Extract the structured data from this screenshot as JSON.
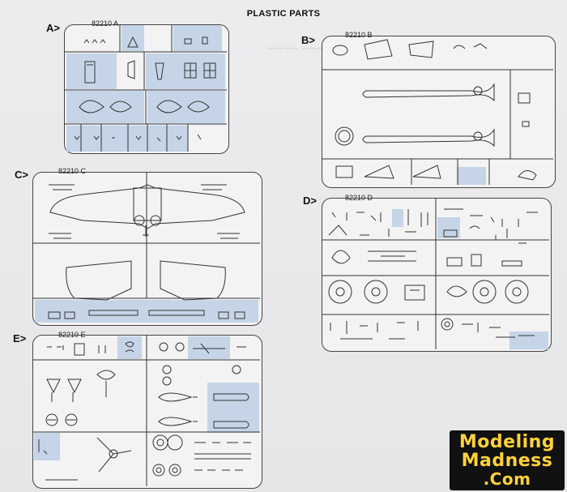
{
  "page": {
    "title": "PLASTIC PARTS"
  },
  "frames": {
    "a": {
      "label": "A>",
      "code": "82210 A"
    },
    "b": {
      "label": "B>",
      "code": "82210 B"
    },
    "c": {
      "label": "C>",
      "code": "82210 C"
    },
    "d": {
      "label": "D>",
      "code": "82210 D"
    },
    "e": {
      "label": "E>",
      "code": "82210 E"
    }
  },
  "logo": {
    "line1": "Modeling",
    "line2": "Madness",
    "line3": ".Com"
  },
  "colors": {
    "shading": "#c5d5e7",
    "outline": "#444444",
    "logo_bg": "#111111",
    "logo_text": "#ffd23a"
  }
}
